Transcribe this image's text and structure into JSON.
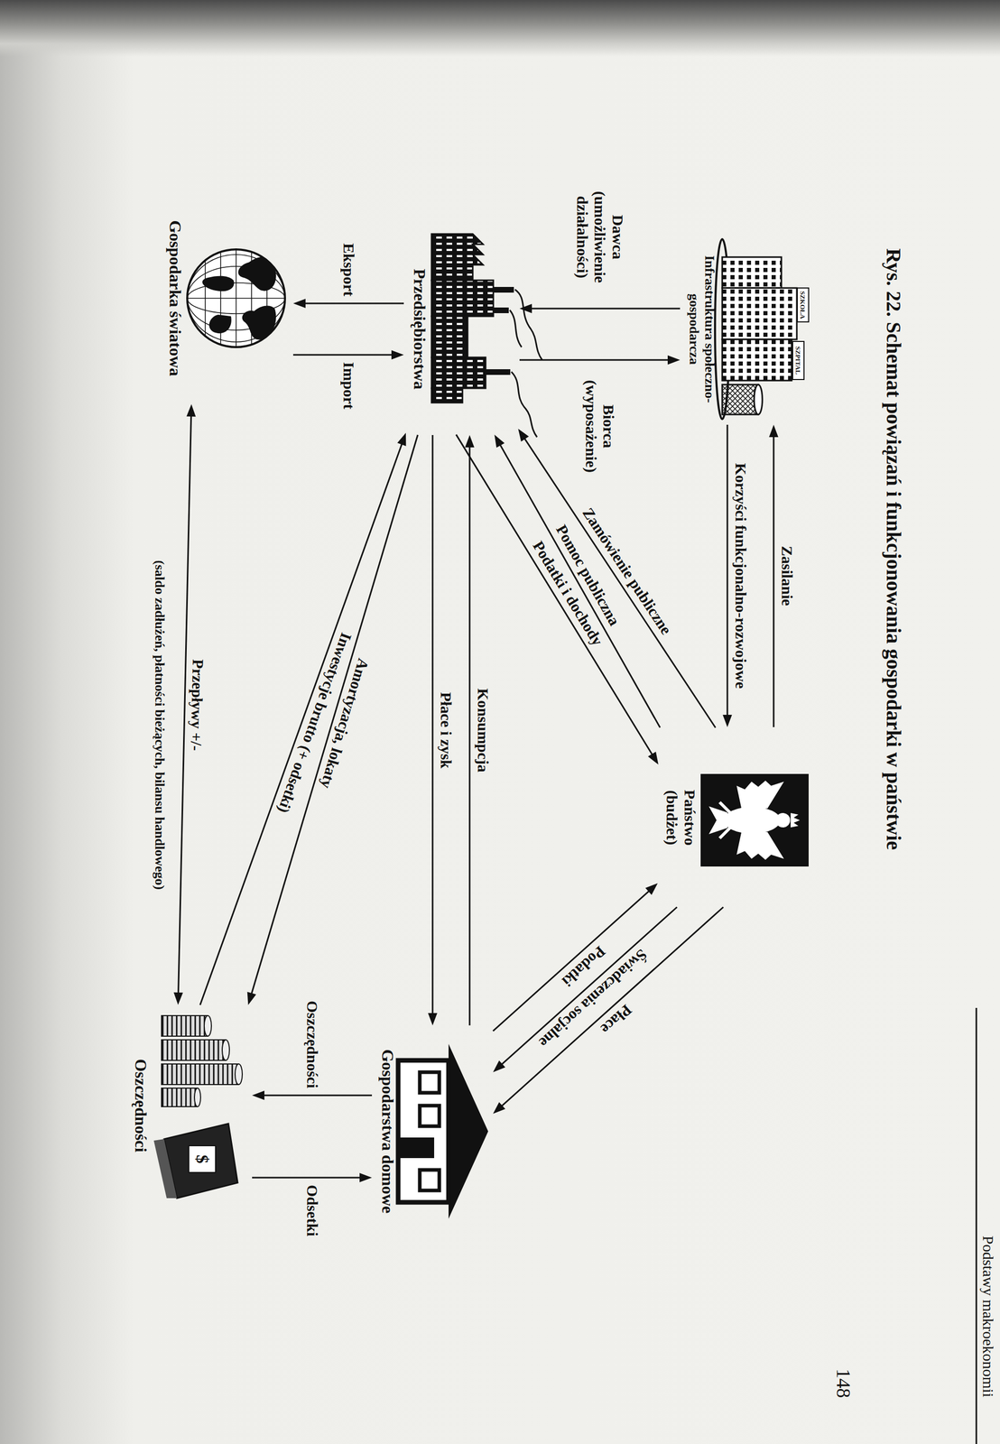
{
  "diagram": {
    "title": "Rys. 22. Schemat powiązań i funkcjonowania gospodarki w państwie",
    "nodes": [
      {
        "text": [
          "Infrastruktura społeczno-gospodarcza"
        ]
      },
      {
        "text": [
          "Państwo (budżet)"
        ]
      },
      {
        "text": [
          "Przedsiębiorstwa"
        ]
      },
      {
        "text": [
          "Gospodarstwa domowe"
        ]
      },
      {
        "text": [
          "Gospodarka światowa"
        ]
      },
      {
        "text": [
          "Oszczędności"
        ]
      }
    ],
    "edges": [
      {
        "from": 1,
        "to": 0,
        "label": "Zasilanie",
        "arrow": "to"
      },
      {
        "from": 0,
        "to": 1,
        "label": "Korzyści funkcjonalno-rozwojowe",
        "arrow": "to"
      },
      {
        "from": 0,
        "to": 2,
        "label": "Dawca (umożliwienie działalności)",
        "arrow": "to"
      },
      {
        "from": 2,
        "to": 0,
        "label": "Biorca (wyposażenie)",
        "arrow": "to"
      },
      {
        "from": 1,
        "to": 2,
        "label": "Zamówienie publiczne",
        "arrow": "to"
      },
      {
        "from": 1,
        "to": 2,
        "label": "Pomoc publiczna",
        "arrow": "to"
      },
      {
        "from": 2,
        "to": 1,
        "label": "Podatki i dochody",
        "arrow": "to"
      },
      {
        "from": 1,
        "to": 3,
        "label": "Płace",
        "arrow": "to"
      },
      {
        "from": 1,
        "to": 3,
        "label": "Świadczenia socjalne",
        "arrow": "to"
      },
      {
        "from": 3,
        "to": 1,
        "label": "Podatki",
        "arrow": "to"
      },
      {
        "from": 3,
        "to": 2,
        "label": "Konsumpcja",
        "arrow": "to"
      },
      {
        "from": 2,
        "to": 3,
        "label": "Płace i zysk",
        "arrow": "to"
      },
      {
        "from": 2,
        "to": 5,
        "label": "Amortyzacja, lokaty",
        "arrow": "to"
      },
      {
        "from": 5,
        "to": 2,
        "label": "Inwestycje brutto (+ odsetki)",
        "arrow": "to"
      },
      {
        "from": 4,
        "to": 5,
        "label": "Przepływy +/-",
        "arrow": "both"
      },
      {
        "from": 2,
        "to": 4,
        "label": "Eksport",
        "arrow": "to"
      },
      {
        "from": 4,
        "to": 2,
        "label": "Import",
        "arrow": "to"
      },
      {
        "from": 3,
        "to": 5,
        "label": "Oszczędności",
        "arrow": "to"
      },
      {
        "from": 5,
        "to": 3,
        "label": "Odsetki",
        "arrow": "to"
      }
    ],
    "labels": [
      "SZKOŁA",
      "SZPITAL",
      "$",
      "(saldo zadłużeń, płatności bieżących, bilansu handlowego)",
      "Podstawy makroekonomii",
      "148"
    ]
  }
}
